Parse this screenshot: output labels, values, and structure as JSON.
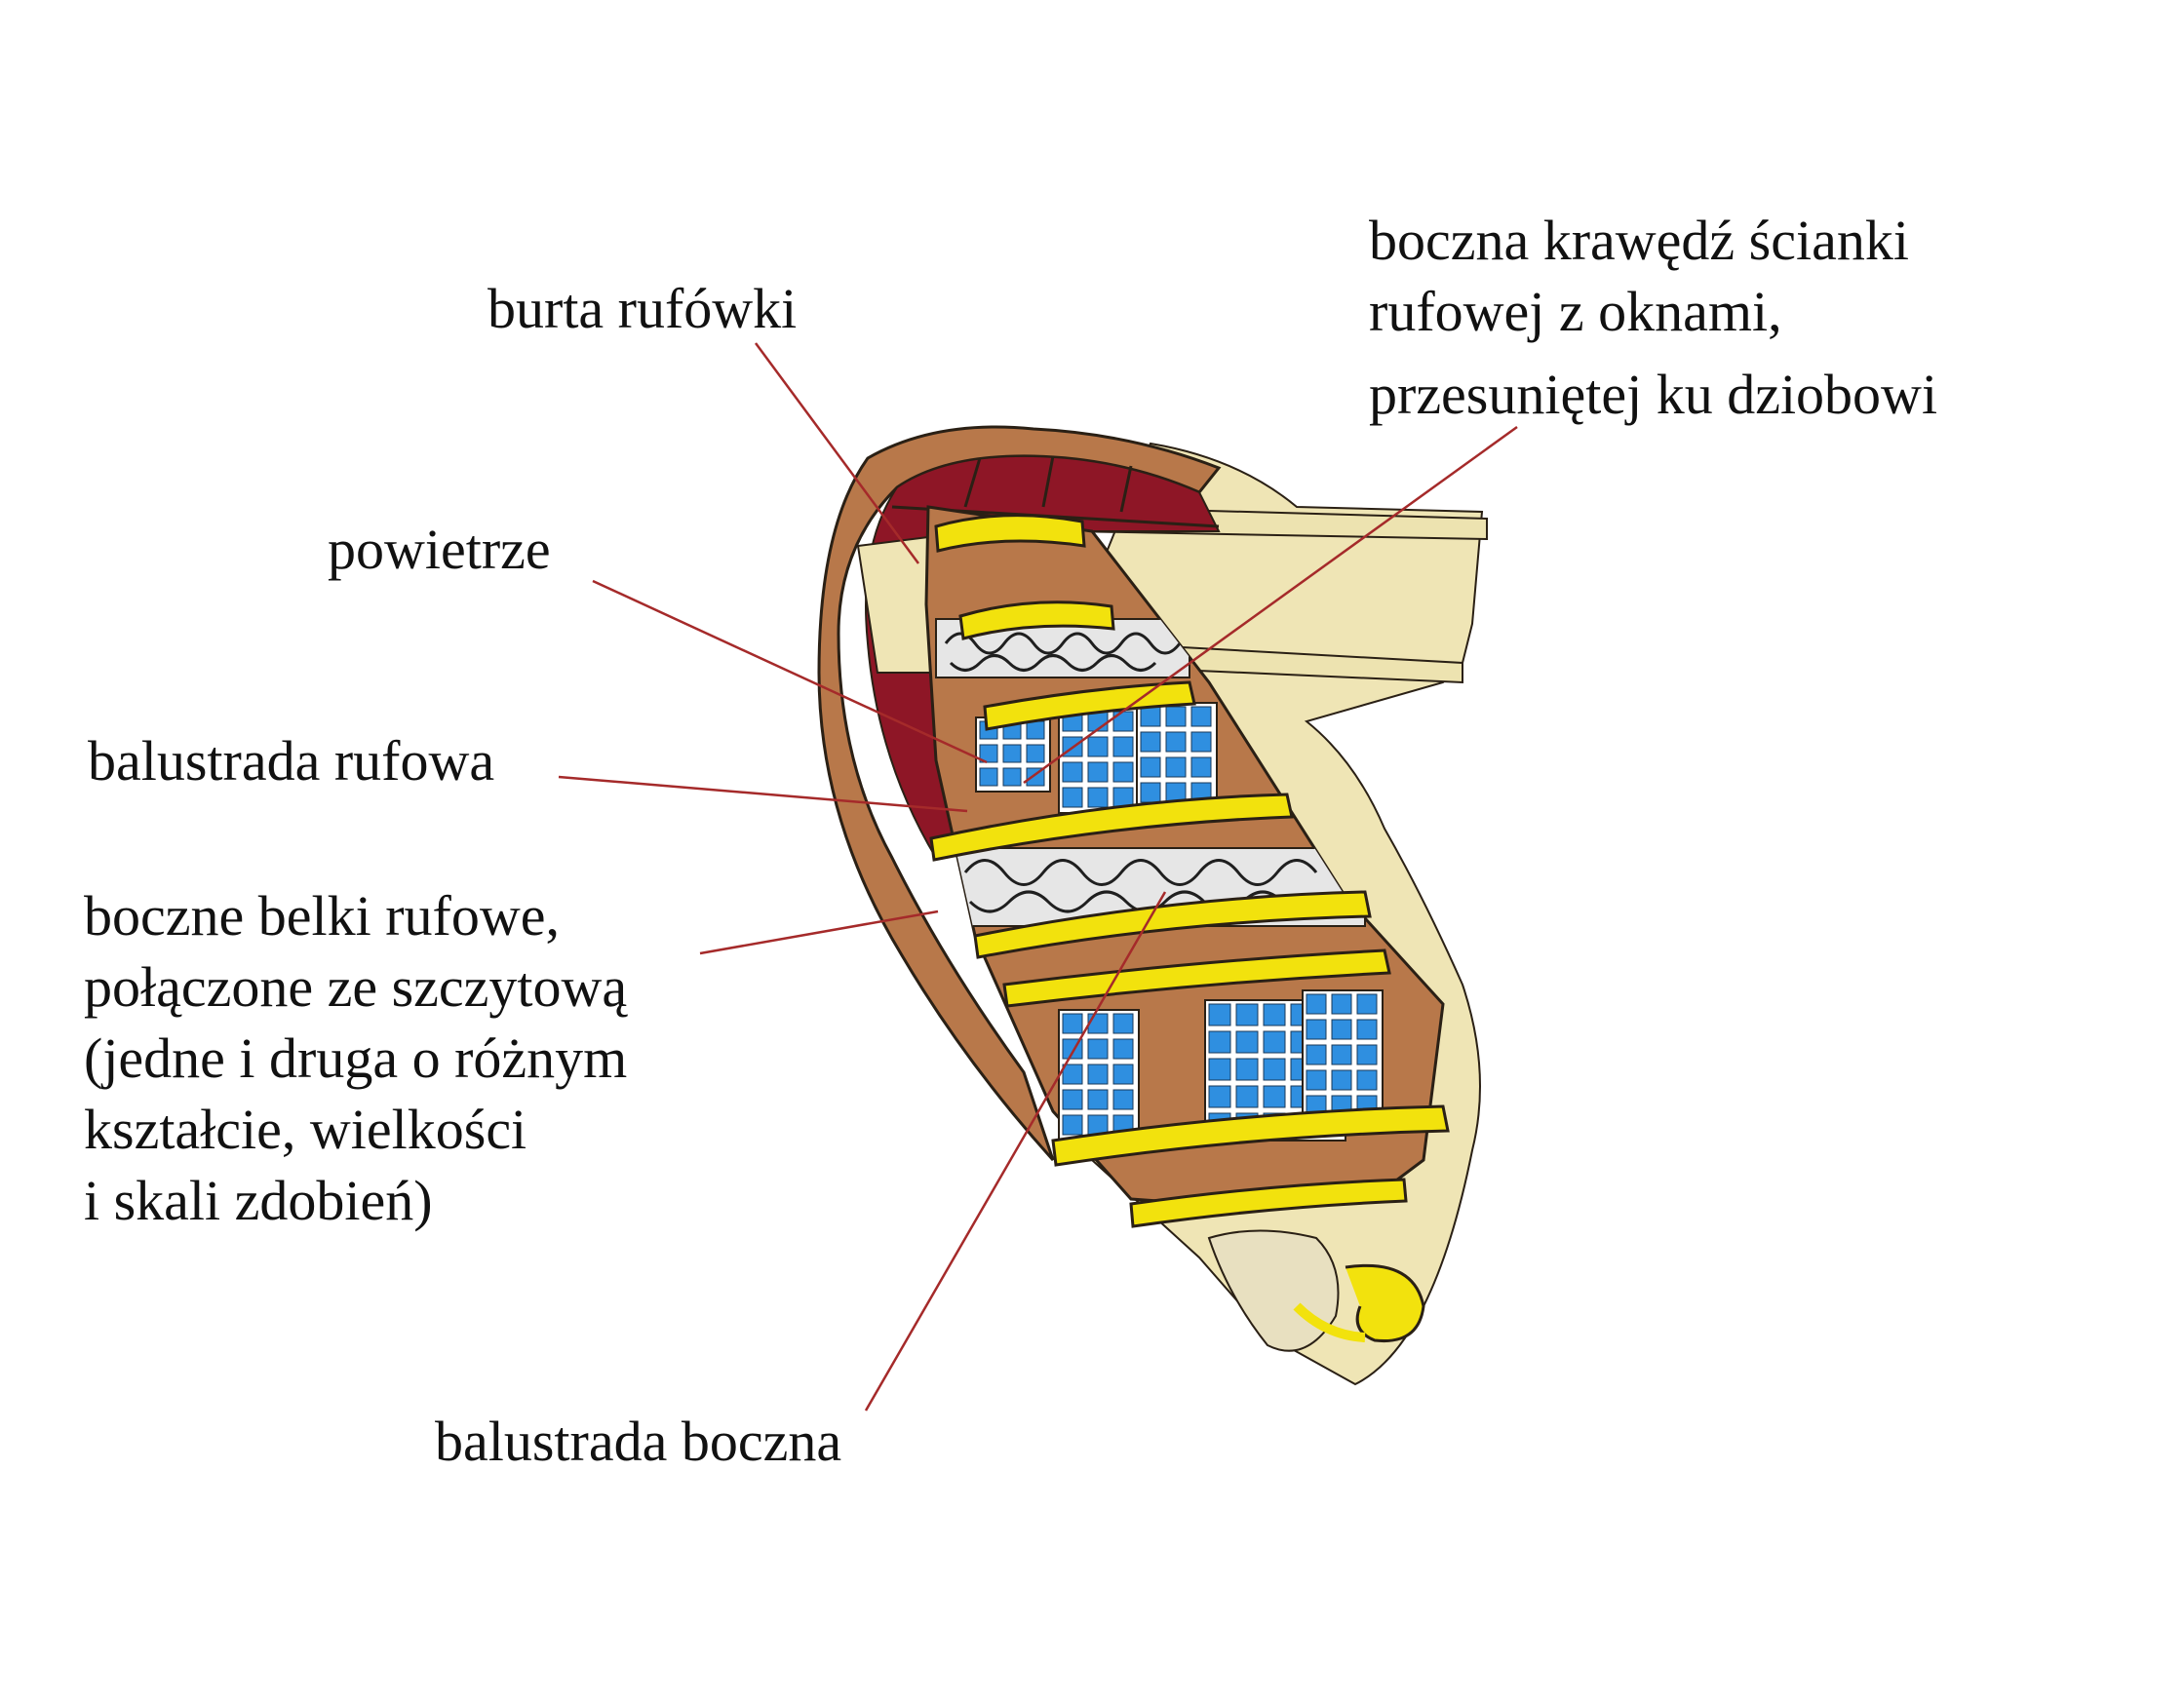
{
  "diagram": {
    "labels": {
      "burta_rufowki": "burta rufówki",
      "powietrze": "powietrze",
      "balustrada_rufowa": "balustrada rufowa",
      "boczne_belki": [
        "boczne belki rufowe,",
        "połączone ze szczytową",
        "(jedne i druga o różnym",
        "kształcie, wielkości",
        "i skali zdobień)"
      ],
      "boczna_krawedz": [
        "boczna krawędź ścianki",
        "rufowej z oknami,",
        "przesuniętej ku dziobowi"
      ],
      "balustrada_boczna": "balustrada boczna"
    },
    "colors": {
      "leader_line": "#a52a2a",
      "hull_wood": "#b8784a",
      "dark_red": "#8e1626",
      "rail_yellow": "#f2e20d",
      "window_blue": "#2f8fe0",
      "background_cream": "#efe5b5"
    }
  }
}
